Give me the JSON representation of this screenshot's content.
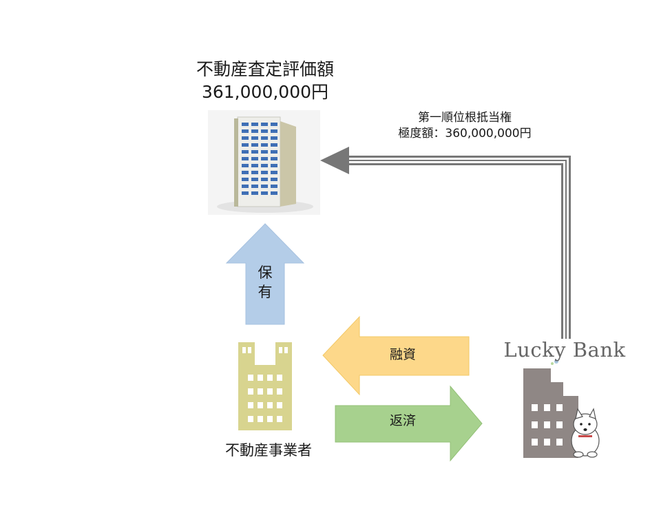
{
  "valuation": {
    "title": "不動産査定評価額",
    "amount": "361,000,000円"
  },
  "mortgage": {
    "rank": "第一順位根抵当権",
    "limit": "極度額：360,000,000円"
  },
  "arrows": {
    "hold": "保\n有",
    "loan": "融資",
    "repay": "返済"
  },
  "developer": {
    "label": "不動産事業者"
  },
  "lender": {
    "brand": "Lucky Bank"
  },
  "colors": {
    "hold_arrow": "#b4cde8",
    "loan_arrow": "#fdd88a",
    "repay_arrow": "#a7d18e",
    "developer_building": "#d8d48f",
    "lender_building": "#8f8785",
    "mortgage_line": "#777777"
  }
}
